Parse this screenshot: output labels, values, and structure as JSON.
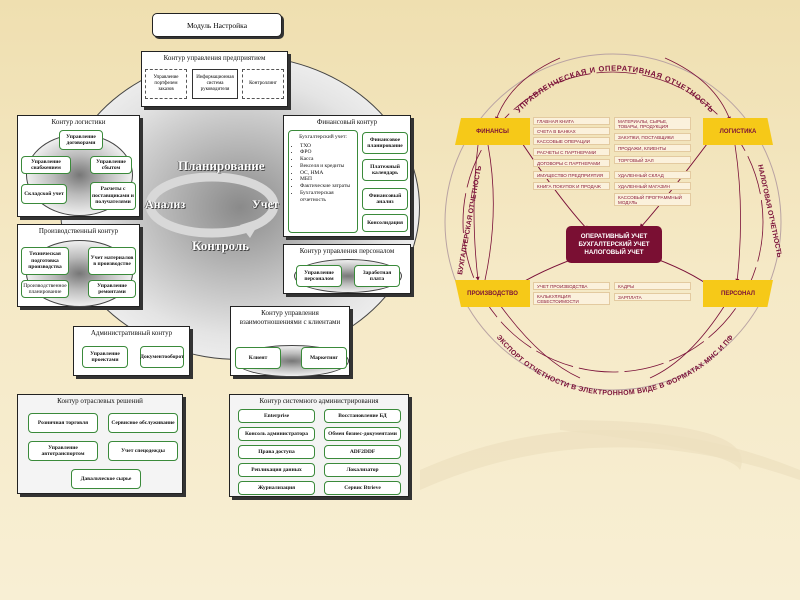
{
  "left_diagram": {
    "module": "Модуль Настройка",
    "cycle": {
      "top": "Планирование",
      "left": "Анализ",
      "right": "Учет",
      "bottom": "Контроль"
    },
    "enterprise": {
      "title": "Контур управления предприятием",
      "items": [
        "Управление портфелем заказов",
        "Информационная система руководителя",
        "Контроллинг"
      ]
    },
    "logistics": {
      "title": "Контур логистики",
      "items": [
        "Управление договорами",
        "Управление снабжением",
        "Управление сбытом",
        "Складской учет",
        "Расчеты с поставщиками и получателями"
      ]
    },
    "production": {
      "title": "Производственный контур",
      "items": [
        "Техническая подготовка производства",
        "Учет материалов в производстве",
        "Производственное планирование",
        "Управление ремонтами"
      ]
    },
    "finance": {
      "title": "Финансовый контур",
      "accounting_title": "Бухгалтерский учет:",
      "accounting_items": [
        "ТХО",
        "ФРО",
        "Касса",
        "Векселя и кредиты",
        "ОС, НМА",
        "МБП",
        "Фактические затраты",
        "Бухгалтерская отчетность"
      ],
      "items": [
        "Финансовое планирование",
        "Платежный календарь",
        "Финансовый анализ",
        "Консолидация"
      ]
    },
    "personnel": {
      "title": "Контур управления персоналом",
      "items": [
        "Управление персоналом",
        "Заработная плата"
      ]
    },
    "admin": {
      "title": "Административный контур",
      "items": [
        "Управление проектами",
        "Документооборот"
      ]
    },
    "crm": {
      "title": "Контур управления взаимоотношениями с клиентами",
      "items": [
        "Клиент",
        "Маркетинг"
      ]
    },
    "industry": {
      "title": "Контур отраслевых решений",
      "items": [
        "Розничная торговля",
        "Сервисное обслуживание",
        "Управление автотранспортом",
        "Учет спецодежды",
        "Давальческое сырье"
      ]
    },
    "sysadmin": {
      "title": "Контур системного администрирования",
      "items": [
        "Enterprise",
        "Восстановление БД",
        "Консоль администратора",
        "Обмен бизнес-документами",
        "Права доступа",
        "ADF2DDF",
        "Репликация данных",
        "Локализатор",
        "Журнализация",
        "Сервис Btrieve"
      ]
    }
  },
  "right_diagram": {
    "ring_labels": {
      "top": "УПРАВЛЕНЧЕСКАЯ И ОПЕРАТИВНАЯ ОТЧЕТНОСТЬ",
      "left": "БУХГАЛТЕРСКАЯ ОТЧЕТНОСТЬ",
      "right": "НАЛОГОВАЯ ОТЧЕТНОСТЬ",
      "bottom": "ЭКСПОРТ ОТЧЕТНОСТИ В ЭЛЕКТРОННОМ ВИДЕ В ФОРМАТАХ МНС И ПФ"
    },
    "modules": {
      "finance": "ФИНАНСЫ",
      "logistics": "ЛОГИСТИКА",
      "production": "ПРОИЗВОДСТВО",
      "personnel": "ПЕРСОНАЛ"
    },
    "center": [
      "ОПЕРАТИВНЫЙ УЧЕТ",
      "БУХГАЛТЕРСКИЙ УЧЕТ",
      "НАЛОГОВЫЙ УЧЕТ"
    ],
    "finance_items": [
      "ГЛАВНАЯ КНИГА",
      "СЧЕТА В БАНКАХ",
      "КАССОВЫЕ ОПЕРАЦИИ",
      "РАСЧЕТЫ С ПАРТНЕРАМИ",
      "ДОГОВОРЫ С ПАРТНЕРАМИ",
      "ИМУЩЕСТВО ПРЕДПРИЯТИЯ",
      "КНИГА ПОКУПОК И ПРОДАЖ"
    ],
    "logistics_items": [
      "МАТЕРИАЛЫ, СЫРЬЕ, ТОВАРЫ, ПРОДУКЦИЯ",
      "ЗАКУПКИ, ПОСТАВЩИКИ",
      "ПРОДАЖИ, КЛИЕНТЫ",
      "ТОРГОВЫЙ ЗАЛ"
    ],
    "remote_items": [
      "УДАЛЕННЫЙ СКЛАД",
      "УДАЛЕННЫЙ МАГАЗИН",
      "КАССОВЫЙ ПРОГРАММНЫЙ МОДУЛЬ"
    ],
    "production_items": [
      "УЧЕТ ПРОИЗВОДСТВА",
      "КАЛЬКУЛЯЦИЯ СЕБЕСТОИМОСТИ"
    ],
    "personnel_items": [
      "КАДРЫ",
      "ЗАРПЛАТА"
    ],
    "colors": {
      "module": "#f6c918",
      "text": "#7a1038",
      "center": "#7a0f33"
    }
  }
}
